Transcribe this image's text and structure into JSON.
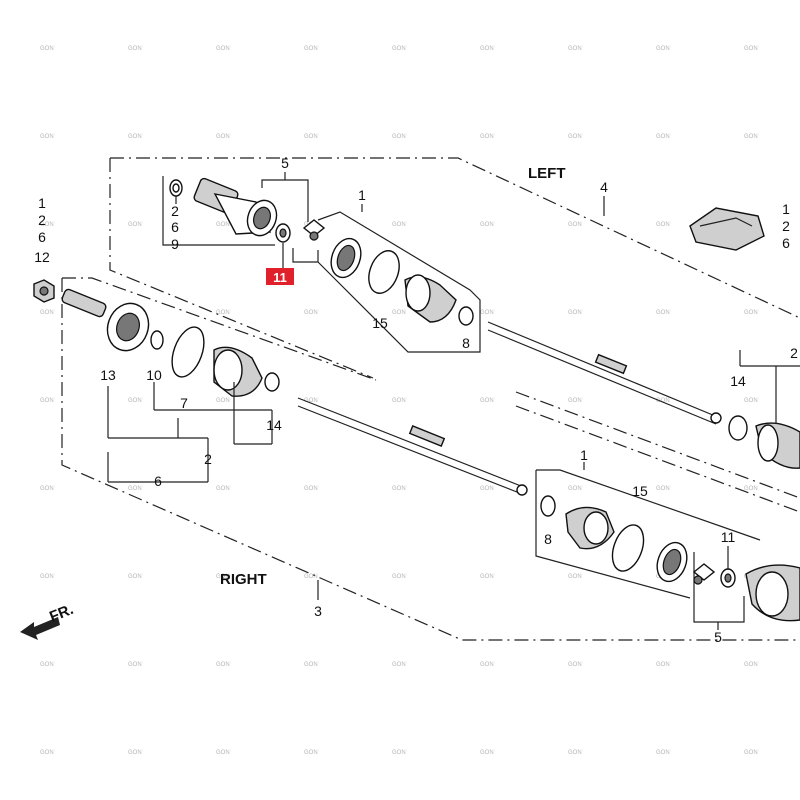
{
  "diagram": {
    "group_labels": {
      "left": "LEFT",
      "right": "RIGHT",
      "front": "FR."
    },
    "highlighted_callout": "11",
    "watermark": "GON",
    "callouts": {
      "top_left_stack": [
        "1",
        "2",
        "6",
        "12"
      ],
      "top_right_stack": [
        "1",
        "2",
        "6"
      ],
      "left_inner_stack": [
        "2",
        "6",
        "9"
      ],
      "left_joint_group": "5",
      "left_outer_boot_group": "1",
      "left_assembly": "4",
      "left_band_15": "15",
      "left_band_8": "8",
      "right_axle_13": "13",
      "right_ring_10": "10",
      "right_band_7": "7",
      "right_band_14": "14",
      "right_group_2": "2",
      "right_group_6": "6",
      "right_assembly": "3",
      "left_lower_band_14": "14",
      "left_lower_group_2": "2",
      "lower_boot_group_1": "1",
      "lower_band_15": "15",
      "lower_band_8": "8",
      "lower_clip_11": "11",
      "lower_joint_group_5": "5"
    }
  }
}
